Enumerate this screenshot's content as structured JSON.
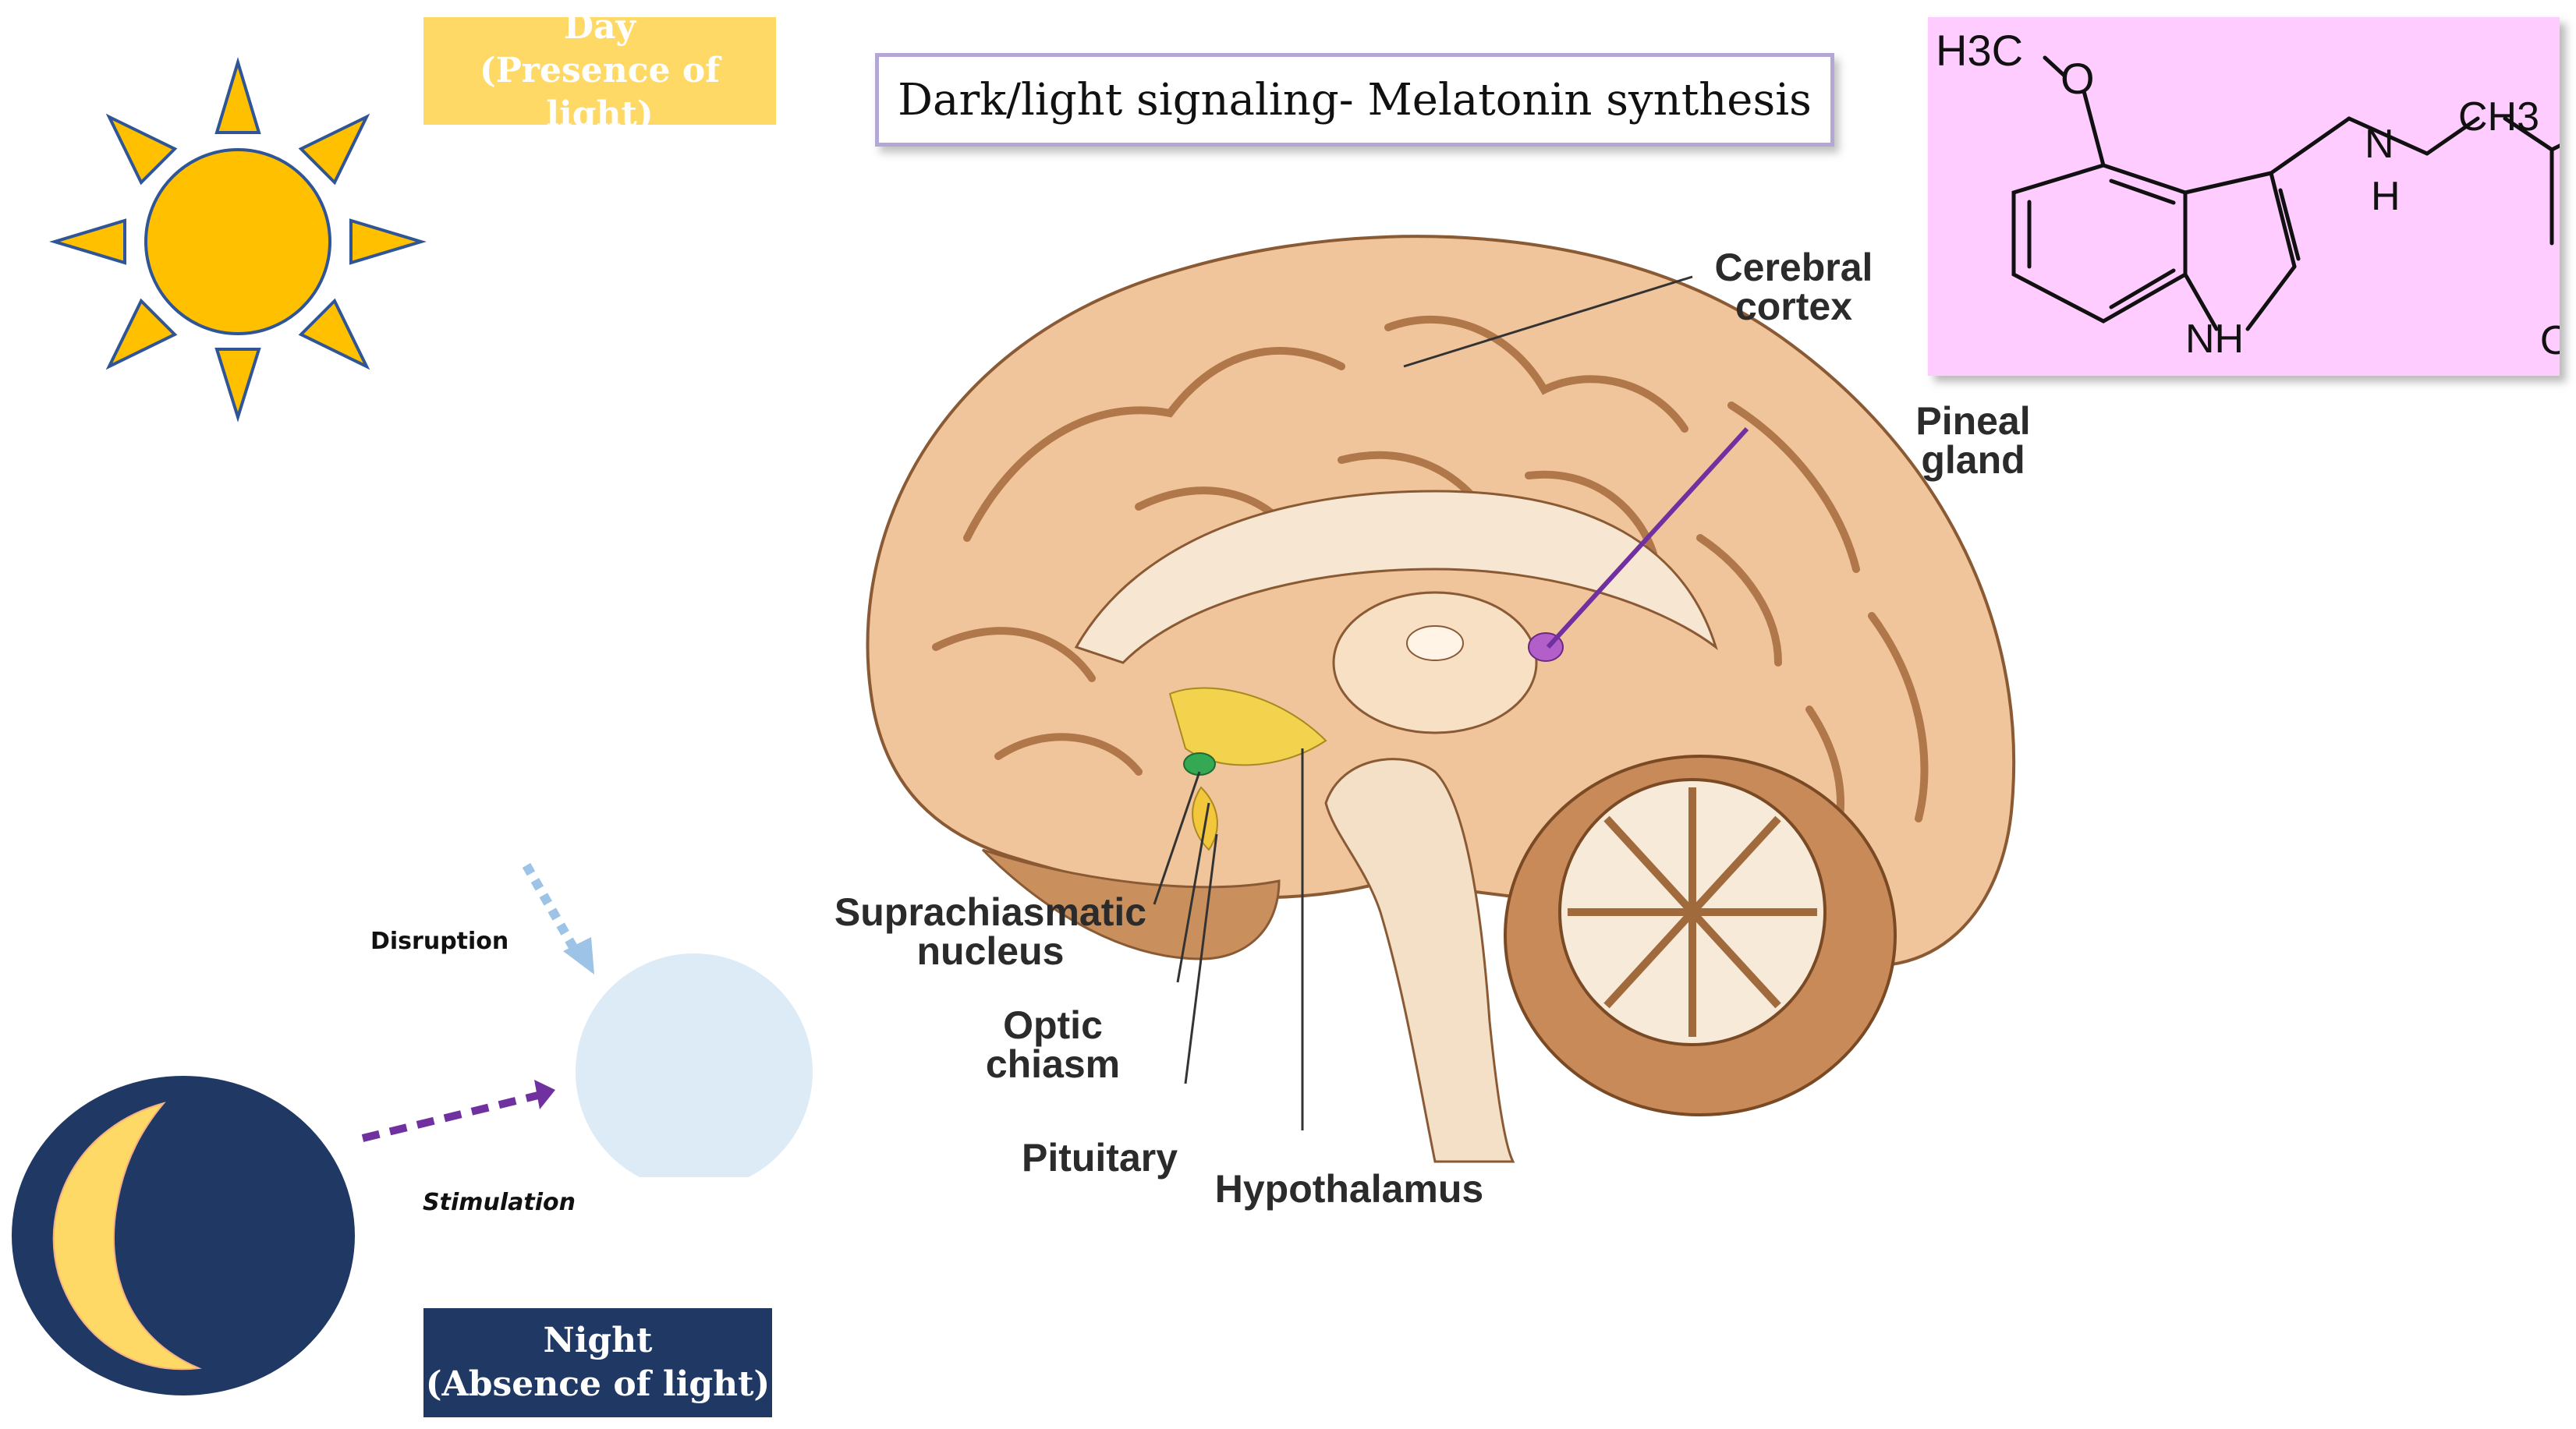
{
  "title": "Dark/light signaling- Melatonin synthesis",
  "day_box": {
    "line1": "Day",
    "line2": "(Presence of light)"
  },
  "night_box": {
    "line1": "Night",
    "line2": "(Absence of light)"
  },
  "arrows": {
    "disruption": "Disruption",
    "stimulation": "Stimulation"
  },
  "brain_labels": {
    "cerebral_cortex_1": "Cerebral",
    "cerebral_cortex_2": "cortex",
    "pineal_1": "Pineal",
    "pineal_2": "gland",
    "scn_1": "Suprachiasmatic",
    "scn_2": "nucleus",
    "optic_1": "Optic",
    "optic_2": "chiasm",
    "pituitary": "Pituitary",
    "hypothalamus": "Hypothalamus"
  },
  "molecule": {
    "methoxy": "H3C",
    "oxygen": "O",
    "nh_ring": "NH",
    "h": "H",
    "n": "N",
    "ch3": "CH3",
    "carbonyl_o": "O"
  },
  "colors": {
    "sun": "#ffc000",
    "sun_outline": "#2f5597",
    "moon_bg": "#1f3864",
    "moon": "#ffd966",
    "day_box": "#ffd966",
    "night_box": "#1f3864",
    "pineal": "#b25fc9",
    "pineal_line": "#7030a0",
    "disruption_arrow": "#9dc3e6",
    "stimulation_arrow": "#7030a0",
    "receptor_circle": "#ddebf7",
    "chem_bg": "#ffccff"
  },
  "icons": [
    "sun-icon",
    "moon-icon",
    "brain-illustration",
    "melatonin-structure"
  ]
}
